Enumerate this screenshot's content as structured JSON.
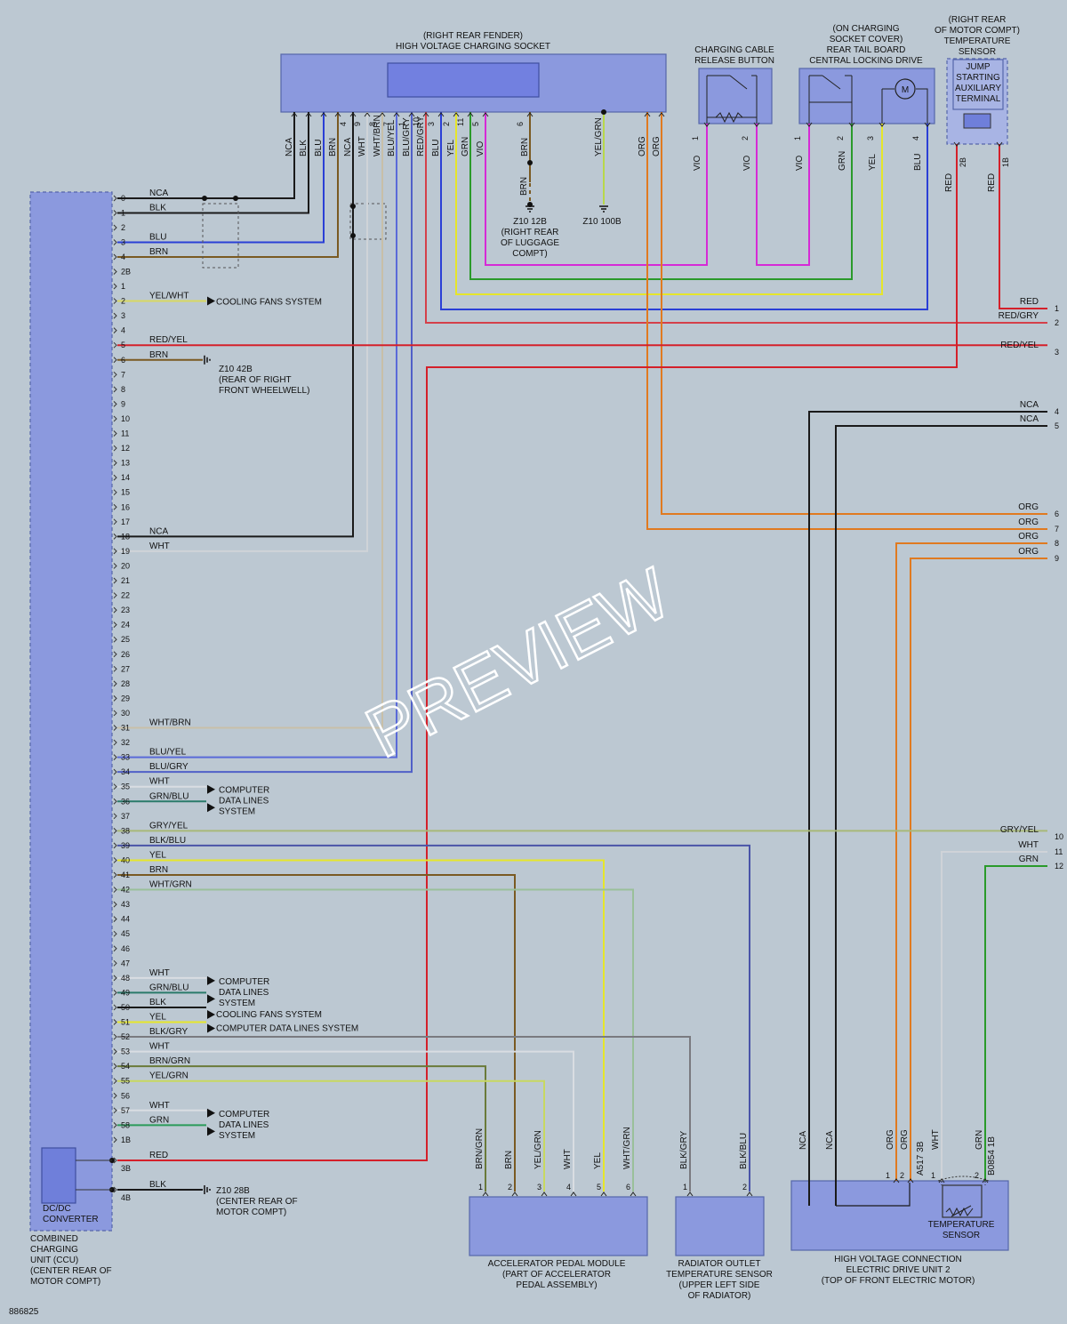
{
  "doc_id": "886825",
  "watermark": "PREVIEW",
  "ccu": {
    "caption": [
      "COMBINED",
      "CHARGING",
      "UNIT (CCU)",
      "(CENTER REAR OF",
      "MOTOR COMPT)"
    ],
    "dcdc_label": [
      "DC/DC",
      "CONVERTER"
    ],
    "pins_a": [
      "0",
      "1",
      "2",
      "3",
      "4",
      "2B"
    ],
    "pins_b": [
      "1",
      "2",
      "3",
      "4",
      "5",
      "6",
      "7",
      "8",
      "9",
      "10",
      "11",
      "12",
      "13",
      "14",
      "15",
      "16",
      "17",
      "18",
      "19",
      "20",
      "21",
      "22",
      "23",
      "24",
      "25",
      "26",
      "27",
      "28",
      "29",
      "30",
      "31",
      "32",
      "33",
      "34",
      "35",
      "36",
      "37",
      "38",
      "39",
      "40",
      "41",
      "42",
      "43",
      "44",
      "45",
      "46",
      "47",
      "48",
      "49",
      "50",
      "51",
      "52",
      "53",
      "54",
      "55",
      "56",
      "57",
      "58",
      "1B"
    ],
    "pins_c": [
      "3B",
      "4B"
    ]
  },
  "wire_labels": {
    "a0": "NCA",
    "a1": "BLK",
    "a3": "BLU",
    "a4": "BRN",
    "b2": "YEL/WHT",
    "b5": "RED/YEL",
    "b6": "BRN",
    "b18": "NCA",
    "b19": "WHT",
    "b31": "WHT/BRN",
    "b33": "BLU/YEL",
    "b34": "BLU/GRY",
    "b35": "WHT",
    "b36": "GRN/BLU",
    "b38": "GRY/YEL",
    "b39": "BLK/BLU",
    "b40": "YEL",
    "b41": "BRN",
    "b42": "WHT/GRN",
    "b48": "WHT",
    "b49": "GRN/BLU",
    "b50": "BLK",
    "b51": "YEL",
    "b52": "BLK/GRY",
    "b53": "WHT",
    "b54": "BRN/GRN",
    "b55": "YEL/GRN",
    "b57": "WHT",
    "b58": "GRN",
    "c3": "RED",
    "c4": "BLK"
  },
  "refs": {
    "cooling1": "COOLING FANS SYSTEM",
    "z42": [
      "Z10 42B",
      "(REAR OF RIGHT",
      "FRONT WHEELWELL)"
    ],
    "cdl1": [
      "COMPUTER",
      "DATA LINES",
      "SYSTEM"
    ],
    "cdl2": [
      "COMPUTER",
      "DATA LINES",
      "SYSTEM"
    ],
    "cooling2": "COOLING FANS SYSTEM",
    "cdl_single": "COMPUTER DATA LINES SYSTEM",
    "cdl3": [
      "COMPUTER",
      "DATA LINES",
      "SYSTEM"
    ],
    "z28": [
      "Z10 28B",
      "(CENTER REAR OF",
      "MOTOR COMPT)"
    ],
    "z12": [
      "Z10 12B",
      "(RIGHT REAR",
      "OF LUGGAGE",
      "COMPT)"
    ],
    "z100": "Z10 100B"
  },
  "socket": {
    "title": [
      "(RIGHT REAR FENDER)",
      "HIGH VOLTAGE CHARGING SOCKET"
    ],
    "wire_labels": [
      "NCA",
      "BLK",
      "BLU",
      "BRN",
      "NCA",
      "WHT",
      "WHT/BRN",
      "BLU/YEL",
      "BLU/GRY",
      "RED/GRY",
      "BLU",
      "YEL",
      "GRN",
      "VIO",
      "BRN",
      "YEL/GRN",
      "ORG",
      "ORG"
    ],
    "pins": [
      "4",
      "9",
      "8",
      "7",
      "1",
      "10",
      "3",
      "2",
      "11",
      "5",
      "6"
    ],
    "brn_lower": "BRN"
  },
  "release_button": {
    "title": [
      "CHARGING CABLE",
      "RELEASE BUTTON"
    ],
    "pins": [
      "1",
      "2"
    ],
    "wires": [
      "VIO",
      "VIO"
    ]
  },
  "locking_drive": {
    "title": [
      "(ON CHARGING",
      "SOCKET COVER)",
      "REAR TAIL BOARD",
      "CENTRAL LOCKING DRIVE"
    ],
    "pins": [
      "1",
      "2",
      "3",
      "4"
    ],
    "wires": [
      "VIO",
      "GRN",
      "YEL",
      "BLU"
    ]
  },
  "temp_sensor_rear": {
    "title": [
      "(RIGHT REAR",
      "OF MOTOR COMPT)",
      "TEMPERATURE",
      "SENSOR"
    ],
    "inner": [
      "JUMP",
      "STARTING",
      "AUXILIARY",
      "TERMINAL"
    ],
    "pins": [
      "2B",
      "1B"
    ],
    "wires": [
      "RED",
      "RED"
    ]
  },
  "right_edge": {
    "labels": [
      "RED",
      "RED/GRY",
      "RED/YEL",
      "NCA",
      "NCA",
      "ORG",
      "ORG",
      "ORG",
      "ORG",
      "GRY/YEL",
      "WHT",
      "GRN"
    ],
    "nums": [
      "1",
      "2",
      "3",
      "4",
      "5",
      "6",
      "7",
      "8",
      "9",
      "10",
      "11",
      "12"
    ]
  },
  "pedal": {
    "caption": [
      "ACCELERATOR PEDAL MODULE",
      "(PART OF ACCELERATOR",
      "PEDAL ASSEMBLY)"
    ],
    "wires": [
      "BRN/GRN",
      "BRN",
      "YEL/GRN",
      "WHT",
      "YEL",
      "WHT/GRN"
    ],
    "pins": [
      "1",
      "2",
      "3",
      "4",
      "5",
      "6"
    ]
  },
  "radiator": {
    "caption": [
      "RADIATOR OUTLET",
      "TEMPERATURE SENSOR",
      "(UPPER LEFT SIDE",
      "OF RADIATOR)"
    ],
    "wires": [
      "BLK/GRY",
      "BLK/BLU"
    ],
    "pins": [
      "1",
      "2"
    ]
  },
  "hv_connection": {
    "caption": [
      "HIGH VOLTAGE CONNECTION",
      "ELECTRIC DRIVE UNIT 2",
      "(TOP OF FRONT ELECTRIC MOTOR)"
    ],
    "temp_label": [
      "TEMPERATURE",
      "SENSOR"
    ],
    "wires": [
      "NCA",
      "NCA",
      "ORG",
      "ORG",
      "WHT",
      "GRN"
    ],
    "pins": [
      "1",
      "2",
      "1",
      "2"
    ],
    "connectors": [
      "A517 3B",
      "B0854 1B"
    ]
  },
  "colors": {
    "NCA": "#1a1a1a",
    "BLK": "#1a1a1a",
    "BLU": "#2a3fd6",
    "BRN": "#7a5a22",
    "WHT": "#d9dde2",
    "RED": "#d4202a",
    "ORG": "#e07a20",
    "YEL": "#e6e62a",
    "GRN": "#2a9a2a",
    "VIO": "#d62ad6",
    "GRY": "#8a94a0",
    "box_fill": "#8b99de",
    "box_stroke": "#5566aa",
    "panel": "#bcc8d2"
  }
}
